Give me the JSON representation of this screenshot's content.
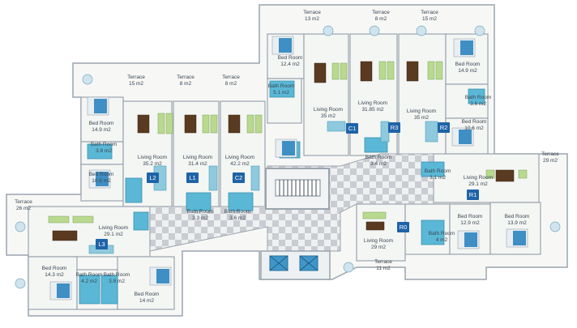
{
  "rooms": [
    {
      "id": "t-c1",
      "name": "Terrace",
      "area": "13 m2"
    },
    {
      "id": "t-r3",
      "name": "Terrace",
      "area": "8 m2"
    },
    {
      "id": "t-r2",
      "name": "Terrace",
      "area": "15 m2"
    },
    {
      "id": "br-c1",
      "name": "Bed Room",
      "area": "12.4 m2"
    },
    {
      "id": "br-r2",
      "name": "Bed Room",
      "area": "14.9 m2"
    },
    {
      "id": "t-l2",
      "name": "Terrace",
      "area": "15 m2"
    },
    {
      "id": "t-l1",
      "name": "Terrace",
      "area": "8 m2"
    },
    {
      "id": "t-c2",
      "name": "Terrace",
      "area": "8 m2"
    },
    {
      "id": "ba-c1",
      "name": "Bath Room",
      "area": "5.1 m2"
    },
    {
      "id": "lr-c1",
      "name": "Living Room",
      "area": "35 m2"
    },
    {
      "id": "lr-r3",
      "name": "Living Room",
      "area": "31.85 m2"
    },
    {
      "id": "lr-r2",
      "name": "Living Room",
      "area": "35 m2"
    },
    {
      "id": "ba-r2",
      "name": "Bath Room",
      "area": "3.6 m2"
    },
    {
      "id": "br-l2a",
      "name": "Bed Room",
      "area": "14.9 m2"
    },
    {
      "id": "br-r2b",
      "name": "Bed Room",
      "area": "10.6 m2"
    },
    {
      "id": "ba-l2",
      "name": "Bath Room",
      "area": "3.8 m2"
    },
    {
      "id": "lr-l2",
      "name": "Living Room",
      "area": "35.2 m2"
    },
    {
      "id": "lr-l1",
      "name": "Living Room",
      "area": "31.4 m2"
    },
    {
      "id": "lr-c2",
      "name": "Living Room",
      "area": "42.2 m2"
    },
    {
      "id": "ba-r3",
      "name": "Bath Room",
      "area": "3.4 m2"
    },
    {
      "id": "t-r1",
      "name": "Terrace",
      "area": "29 m2"
    },
    {
      "id": "br-l2b",
      "name": "Bed Room",
      "area": "10.6 m2"
    },
    {
      "id": "ba-r1",
      "name": "Bath Room",
      "area": "3.1 m2"
    },
    {
      "id": "lr-r1",
      "name": "Living Room",
      "area": "29.1 m2"
    },
    {
      "id": "t-l3",
      "name": "Terrace",
      "area": "26 m2"
    },
    {
      "id": "ba-l1",
      "name": "Bath Room",
      "area": "3.3 m2"
    },
    {
      "id": "ba-c2",
      "name": "Bath Room",
      "area": "3.6 m2"
    },
    {
      "id": "lr-l3",
      "name": "Living Room",
      "area": "29.1 m2"
    },
    {
      "id": "br-r0",
      "name": "Bed Room",
      "area": "12.9 m2"
    },
    {
      "id": "br-r1",
      "name": "Bed Room",
      "area": "13.9 m2"
    },
    {
      "id": "ba-r0",
      "name": "Bath Room",
      "area": "4 m2"
    },
    {
      "id": "lr-r0",
      "name": "Living Room",
      "area": "29 m2"
    },
    {
      "id": "t-r0",
      "name": "Terrace",
      "area": "11 m2"
    },
    {
      "id": "br-l3a",
      "name": "Bed Room",
      "area": "14.3 m2"
    },
    {
      "id": "ba-l3a",
      "name": "Bath Room",
      "area": "4.2 m2"
    },
    {
      "id": "ba-l3b",
      "name": "Bath Room",
      "area": "3.8 m2"
    },
    {
      "id": "br-l3b",
      "name": "Bed Room",
      "area": "14 m2"
    }
  ],
  "units": [
    {
      "id": "C1",
      "label": "C1"
    },
    {
      "id": "R3",
      "label": "R3"
    },
    {
      "id": "R2",
      "label": "R2"
    },
    {
      "id": "L2",
      "label": "L2"
    },
    {
      "id": "L1",
      "label": "L1"
    },
    {
      "id": "C2",
      "label": "C2"
    },
    {
      "id": "R1",
      "label": "R1"
    },
    {
      "id": "L3",
      "label": "L3"
    },
    {
      "id": "R0",
      "label": "R0"
    }
  ],
  "colors": {
    "wall": "#9aa4ad",
    "floor": "#f4f6f4",
    "terrace": "#f7f8f6",
    "corridor_a": "#c9cdd1",
    "corridor_b": "#eef0f2",
    "bath": "#5ab8d6",
    "furniture_green": "#b9d98f",
    "table": "#5a3a20",
    "bed": "#e8eef2",
    "blanket": "#3f8fc4",
    "tag": "#1f63a8"
  }
}
